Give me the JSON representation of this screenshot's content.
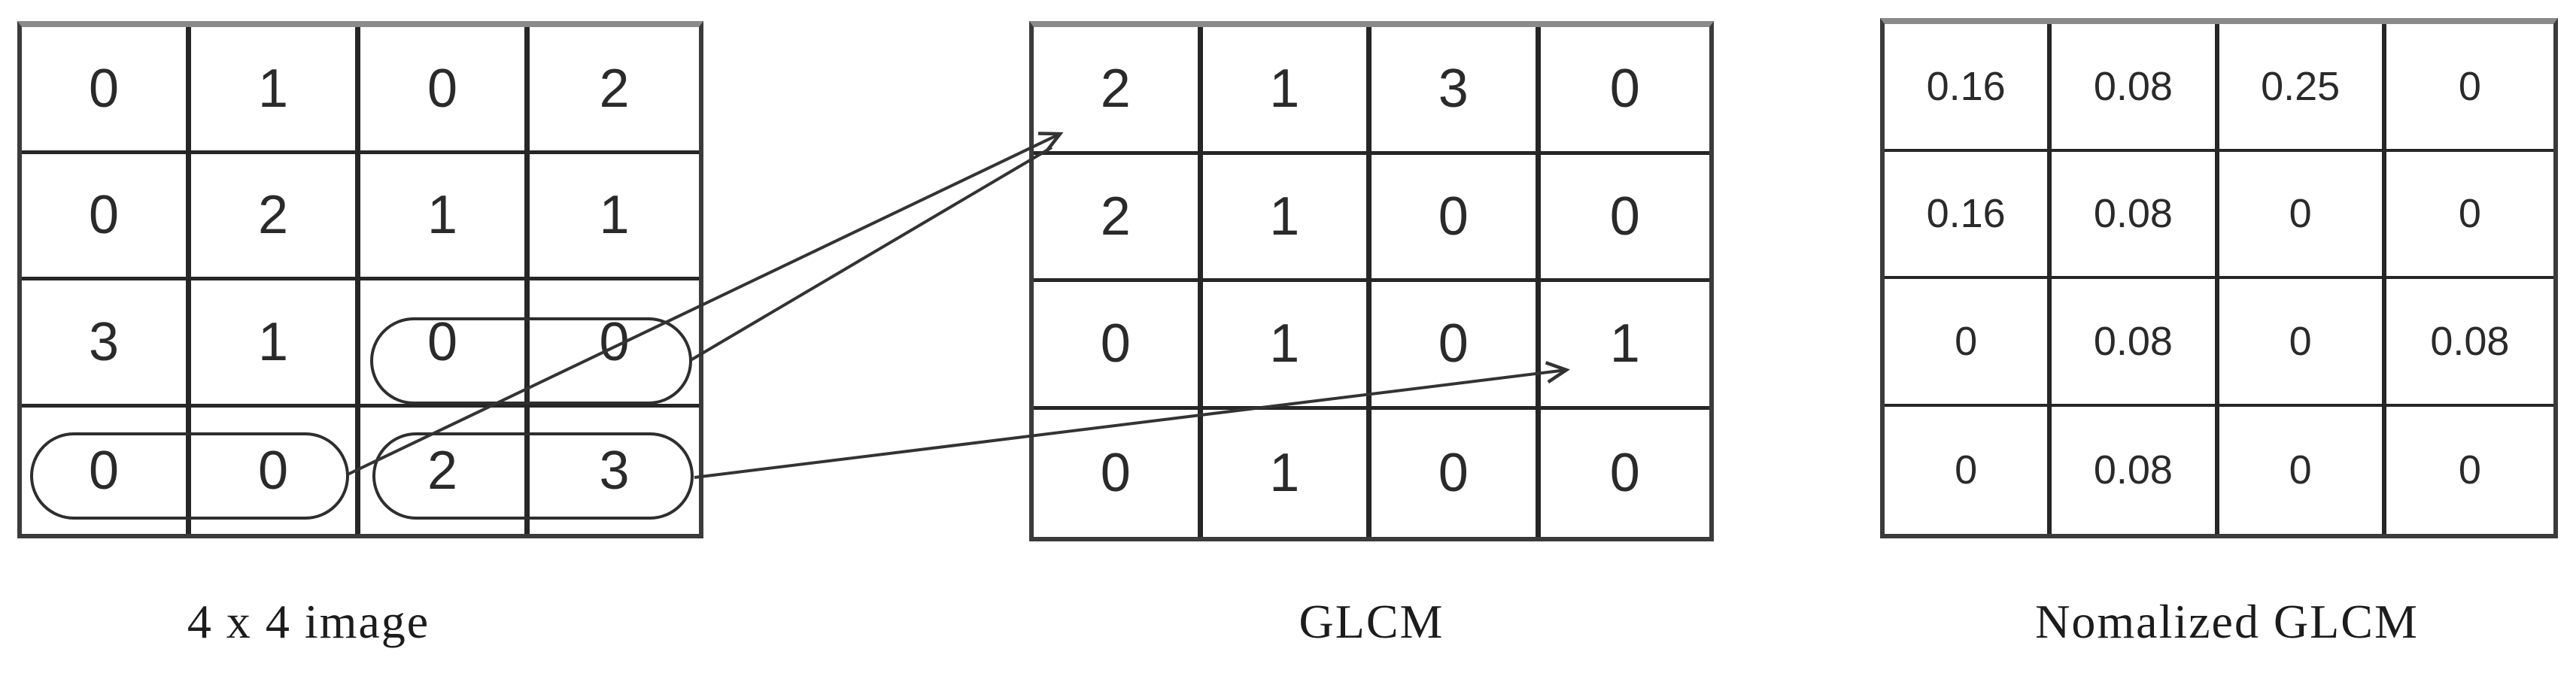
{
  "figure": {
    "grids": [
      {
        "name": "4x4 image",
        "label": "4 x 4 image",
        "rows": [
          [
            "0",
            "1",
            "0",
            "2"
          ],
          [
            "0",
            "2",
            "1",
            "1"
          ],
          [
            "3",
            "1",
            "0",
            "0"
          ],
          [
            "0",
            "0",
            "2",
            "3"
          ]
        ]
      },
      {
        "name": "GLCM",
        "label": "GLCM",
        "rows": [
          [
            "2",
            "1",
            "3",
            "0"
          ],
          [
            "2",
            "1",
            "0",
            "0"
          ],
          [
            "0",
            "1",
            "0",
            "1"
          ],
          [
            "0",
            "1",
            "0",
            "0"
          ]
        ]
      },
      {
        "name": "Normalized GLCM",
        "label": "Nomalized GLCM",
        "rows": [
          [
            "0.16",
            "0.08",
            "0.25",
            "0"
          ],
          [
            "0.16",
            "0.08",
            "0",
            "0"
          ],
          [
            "0",
            "0.08",
            "0",
            "0.08"
          ],
          [
            "0",
            "0.08",
            "0",
            "0"
          ]
        ]
      }
    ],
    "annotations": {
      "circled_pairs": [
        {
          "grid": "4x4 image",
          "row": 3,
          "cols": [
            3,
            4
          ],
          "values": [
            "0",
            "0"
          ]
        },
        {
          "grid": "4x4 image",
          "row": 4,
          "cols": [
            1,
            2
          ],
          "values": [
            "0",
            "0"
          ]
        },
        {
          "grid": "4x4 image",
          "row": 4,
          "cols": [
            3,
            4
          ],
          "values": [
            "2",
            "3"
          ]
        }
      ],
      "arrows": [
        {
          "from": "circled pair (0,0) row 4 cols 1-2",
          "to": "GLCM cell row 1 col 1 (value 2)"
        },
        {
          "from": "circled pair (0,0) row 3 cols 3-4",
          "to": "GLCM cell row 1 col 1 (value 2)"
        },
        {
          "from": "circled pair (2,3) row 4 cols 3-4",
          "to": "GLCM cell row 3 col 4 (value 1)"
        }
      ]
    },
    "colors": {
      "ink": "#2a2a2a",
      "line": "#333333",
      "background": "#ffffff"
    }
  }
}
